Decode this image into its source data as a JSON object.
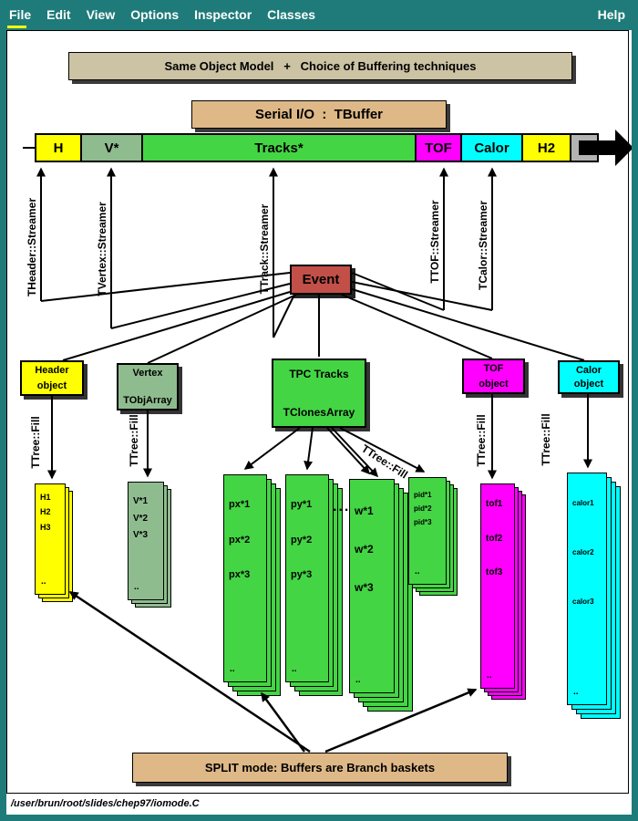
{
  "window": {
    "menu_items": [
      "File",
      "Edit",
      "View",
      "Options",
      "Inspector",
      "Classes"
    ],
    "help_label": "Help",
    "status_path": "/user/brun/root/slides/chep97/iomode.C"
  },
  "colors": {
    "frame_teal": "#1e7b79",
    "yellow": "#ffff00",
    "seafoam_green": "#8fbc8f",
    "green": "#44d544",
    "magenta": "#ff00ff",
    "cyan": "#00ffff",
    "event_red": "#c25049",
    "tan": "#deb887",
    "title_tan": "#ccc3a4",
    "gray_segment": "#b3b3b3"
  },
  "diagram": {
    "top_title": "Same Object Model   +   Choice of Buffering techniques",
    "serial_title": "Serial I/O  :  TBuffer",
    "split_caption": "SPLIT mode: Buffers are Branch baskets",
    "event_label": "Event",
    "dots": "...",
    "fill_label": "TTree::Fill",
    "buffer_segments": [
      {
        "label": "H",
        "color": "#ffff00"
      },
      {
        "label": "V*",
        "color": "#8fbc8f"
      },
      {
        "label": "Tracks*",
        "color": "#44d544"
      },
      {
        "label": "TOF",
        "color": "#ff00ff"
      },
      {
        "label": "Calor",
        "color": "#00ffff"
      },
      {
        "label": "H2",
        "color": "#ffff00"
      }
    ],
    "streamers": [
      "THeader::Streamer",
      "TVertex::Streamer",
      "TTrack::Streamer",
      "TTOF::Streamer",
      "TCalor::Streamer"
    ],
    "objects": [
      {
        "line1": "Header",
        "line2": "object"
      },
      {
        "line1": "Vertex",
        "line2": "TObjArray"
      },
      {
        "line1": "TPC Tracks",
        "line2": "TClonesArray"
      },
      {
        "line1": "TOF",
        "line2": "object"
      },
      {
        "line1": "Calor",
        "line2": "object"
      }
    ],
    "stacks": [
      {
        "name": "header",
        "items": [
          "H1",
          "H2",
          "H3"
        ],
        "more": ".."
      },
      {
        "name": "vertex",
        "items": [
          "V*1",
          "V*2",
          "V*3"
        ],
        "more": ".."
      },
      {
        "name": "px",
        "items": [
          "px*1",
          "px*2",
          "px*3"
        ],
        "more": ".."
      },
      {
        "name": "py",
        "items": [
          "py*1",
          "py*2",
          "py*3"
        ],
        "more": ".."
      },
      {
        "name": "w",
        "items": [
          "w*1",
          "w*2",
          "w*3"
        ],
        "more": ".."
      },
      {
        "name": "pid",
        "items": [
          "pid*1",
          "pid*2",
          "pid*3"
        ],
        "more": ".."
      },
      {
        "name": "tof",
        "items": [
          "tof1",
          "tof2",
          "tof3"
        ],
        "more": ".."
      },
      {
        "name": "calor",
        "items": [
          "calor1",
          "calor2",
          "calor3"
        ],
        "more": ".."
      }
    ]
  }
}
